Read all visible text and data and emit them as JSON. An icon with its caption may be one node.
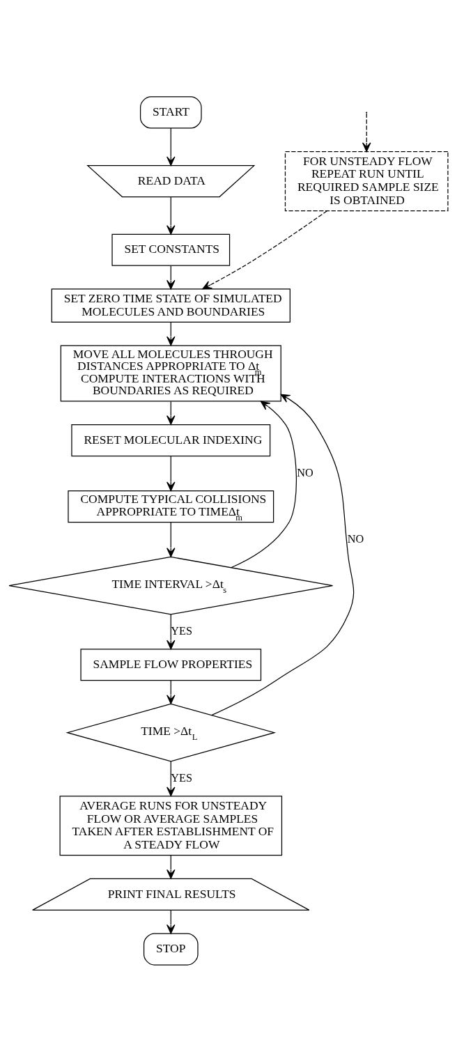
{
  "diagram": {
    "nodes": [
      {
        "text": [
          "START"
        ]
      },
      {
        "text": [
          "READ DATA"
        ]
      },
      {
        "text": [
          "SET CONSTANTS"
        ]
      },
      {
        "text": [
          "SET ZERO TIME STATE OF SIMULATED MOLECULES AND BOUNDARIES"
        ]
      },
      {
        "text": [
          "MOVE ALL MOLECULES THROUGH DISTANCES APPROPRIATE TO Δt$_{m}$ COMPUTE INTERACTIONS WITH BOUNDARIES AS REQUIRED"
        ]
      },
      {
        "text": [
          "RESET MOLECULAR INDEXING"
        ]
      },
      {
        "text": [
          "COMPUTE TYPICAL COLLISIONS APPROPRIATE TO TIMEΔt$_{m}$"
        ]
      },
      {
        "text": [
          "TIME INTERVAL >Δt$_{s}$"
        ]
      },
      {
        "text": [
          "SAMPLE FLOW PROPERTIES"
        ]
      },
      {
        "text": [
          "TIME >Δt$_{L}$"
        ]
      },
      {
        "text": [
          "FOR UNSTEADY FLOW REPEAT RUN UNTIL REQUIRED SAMPLE SIZE IS OBTAINED"
        ]
      },
      {
        "text": [
          "AVERAGE RUNS FOR UNSTEADY FLOW OR AVERAGE SAMPLES TAKEN AFTER ESTABLISHMENT OF A STEADY FLOW"
        ]
      },
      {
        "text": [
          "PRINT FINAL RESULTS"
        ]
      },
      {
        "text": [
          "STOP"
        ]
      }
    ],
    "edges": [
      {
        "from": 0,
        "to": 1,
        "arrow": "to"
      },
      {
        "from": 1,
        "to": 2,
        "arrow": "to"
      },
      {
        "from": 2,
        "to": 3,
        "arrow": "to"
      },
      {
        "from": 3,
        "to": 4,
        "arrow": "to"
      },
      {
        "from": 4,
        "to": 5,
        "arrow": "to"
      },
      {
        "from": 5,
        "to": 6,
        "arrow": "to"
      },
      {
        "from": 6,
        "to": 7,
        "arrow": "to"
      },
      {
        "from": 7,
        "to": 4,
        "arrow": "to",
        "label": "NO"
      },
      {
        "from": 7,
        "to": 8,
        "arrow": "to",
        "label": "YES"
      },
      {
        "from": 8,
        "to": 9,
        "arrow": "to"
      },
      {
        "from": 9,
        "to": 4,
        "arrow": "to",
        "label": "NO"
      },
      {
        "from": 9,
        "to": 11,
        "arrow": "to",
        "label": "YES"
      },
      {
        "from": null,
        "to": 10,
        "arrow": "to",
        "style": "dashed"
      },
      {
        "from": 10,
        "to": 3,
        "arrow": "to",
        "style": "dashed"
      },
      {
        "from": 11,
        "to": 12,
        "arrow": "to"
      },
      {
        "from": 12,
        "to": 13,
        "arrow": "to"
      }
    ]
  }
}
